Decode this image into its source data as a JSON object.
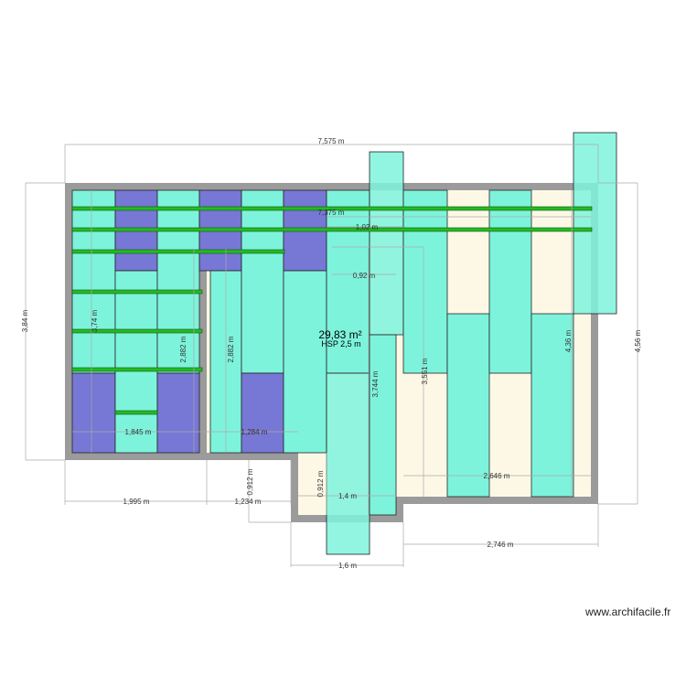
{
  "room": {
    "area": "29,83 m²",
    "hsp": "HSP 2,5 m"
  },
  "dimensions": {
    "top_total": "7,575 m",
    "top_inner": "7,375 m",
    "width_102": "1,02 m",
    "width_092": "0,92 m",
    "left_total": "3,84 m",
    "left_inner": "3,74 m",
    "h_2882_a": "2,882 m",
    "h_2882_b": "2,882 m",
    "h_3744": "3,744 m",
    "h_3551": "3,551 m",
    "h_436": "4,36 m",
    "right_total": "4,56 m",
    "w_1845": "1,845 m",
    "w_1284": "1,284 m",
    "w_2646": "2,646 m",
    "w_14": "1,4 m",
    "h_0912_inner": "0,912 m",
    "h_0912_outer": "0,912 m",
    "w_1995": "1,995 m",
    "w_1234": "1,234 m",
    "w_2746": "2,746 m",
    "w_16": "1,6 m"
  },
  "credit": "www.archifacile.fr",
  "colors": {
    "wall": "#9b9b9b",
    "floor": "#fdf8e6",
    "panel_cyan": "#7ef3dc",
    "panel_blue": "#7777d5",
    "joist": "#22bb22",
    "dim_line": "#aaaaaa"
  }
}
